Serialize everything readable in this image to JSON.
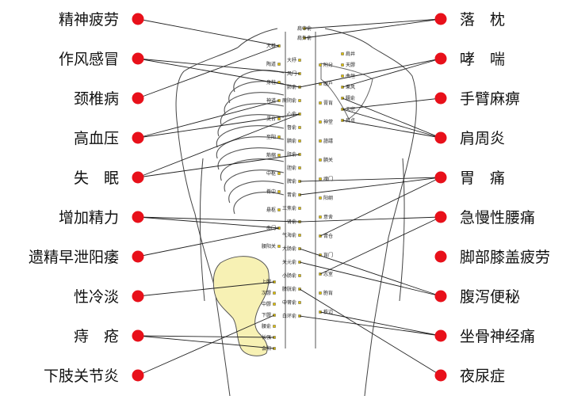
{
  "left_conditions": [
    "精神疲劳",
    "作风感冒",
    "颈椎病",
    "高血压",
    "失　眠",
    "增加精力",
    "遗精早泄阳痿",
    "性冷淡",
    "痔　疮",
    "下肢关节炎"
  ],
  "right_conditions": [
    "落　枕",
    "哮　喘",
    "手臂麻痹",
    "肩周炎",
    "胃　痛",
    "急慢性腰痛",
    "脚部膝盖疲劳",
    "腹泻便秘",
    "坐骨神经痛",
    "夜尿症"
  ],
  "acupoints": {
    "spine_top": [
      "肩中俞",
      "肩外俞"
    ],
    "inner_left": [
      "大椎",
      "陶道",
      "身柱",
      "神道",
      "灵台",
      "至阳",
      "筋缩",
      "中枢",
      "脊中",
      "悬枢",
      "命门",
      "腰阳关"
    ],
    "inner_right": [
      "大杼",
      "风门",
      "肺俞",
      "厥阴俞",
      "心俞",
      "督俞",
      "膈俞",
      "肝俞",
      "胆俞",
      "脾俞",
      "胃俞",
      "三焦俞",
      "肾俞",
      "气海俞",
      "大肠俞",
      "关元俞",
      "小肠俞",
      "膀胱俞",
      "中膂俞",
      "白环俞"
    ],
    "outer_right": [
      "附分",
      "魄户",
      "膏肓",
      "神堂",
      "譩譆",
      "膈关",
      "魂门",
      "阳纲",
      "意舍",
      "胃仓",
      "肓门",
      "志室",
      "胞肓",
      "秩边"
    ],
    "shoulder": [
      "肩井",
      "天髎",
      "曲垣",
      "秉风",
      "臑俞",
      "天宗",
      "肩贞"
    ],
    "sacral": [
      "上髎",
      "次髎",
      "中髎",
      "下髎",
      "腰俞",
      "长强",
      "会阳"
    ]
  },
  "colors": {
    "dot": "#e8101a",
    "line": "#222222",
    "pelvis": "#f7f1b4"
  }
}
